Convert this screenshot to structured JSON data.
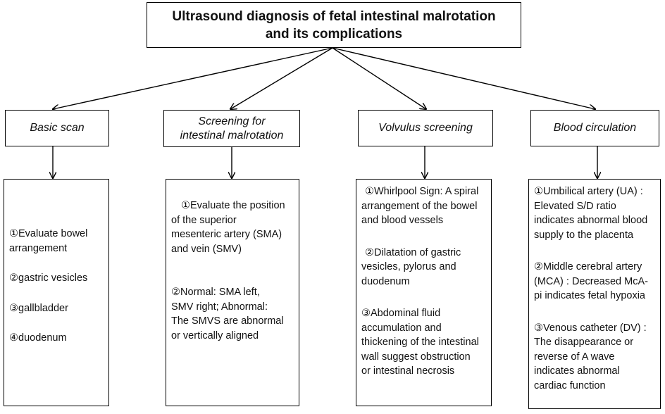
{
  "title": {
    "line1": "Ultrasound diagnosis of fetal intestinal malrotation",
    "line2": "and its complications"
  },
  "categories": [
    {
      "lines": [
        "Basic scan"
      ]
    },
    {
      "lines": [
        "Screening for",
        "intestinal malrotation"
      ]
    },
    {
      "lines": [
        "Volvulus screening"
      ]
    },
    {
      "lines": [
        "Blood circulation"
      ]
    }
  ],
  "details": [
    {
      "items": [
        [
          "①Evaluate bowel",
          "arrangement"
        ],
        [
          "②gastric vesicles"
        ],
        [
          "③gallbladder"
        ],
        [
          "④duodenum"
        ]
      ]
    },
    {
      "items": [
        [
          "①Evaluate the position",
          "of the superior",
          "mesenteric artery (SMA)",
          "and vein (SMV)"
        ],
        [
          "②Normal: SMA left,",
          "SMV right; Abnormal:",
          "The SMVS are abnormal",
          "or vertically aligned"
        ]
      ]
    },
    {
      "items": [
        [
          "①Whirlpool Sign: A spiral",
          "arrangement of the bowel",
          "and blood vessels"
        ],
        [
          "②Dilatation of gastric",
          "vesicles, pylorus and",
          "duodenum"
        ],
        [
          "③Abdominal fluid",
          "accumulation and",
          "thickening of the intestinal",
          "wall suggest obstruction",
          "or intestinal necrosis"
        ]
      ]
    },
    {
      "items": [
        [
          "①Umbilical artery (UA) :",
          "Elevated S/D ratio",
          "indicates abnormal blood",
          "supply to the placenta"
        ],
        [
          "②Middle cerebral artery",
          "(MCA) : Decreased McA-",
          "pi indicates fetal hypoxia"
        ],
        [
          "③Venous catheter (DV) :",
          "The disappearance or",
          "reverse of A wave",
          "indicates abnormal",
          "cardiac function"
        ]
      ]
    }
  ]
}
